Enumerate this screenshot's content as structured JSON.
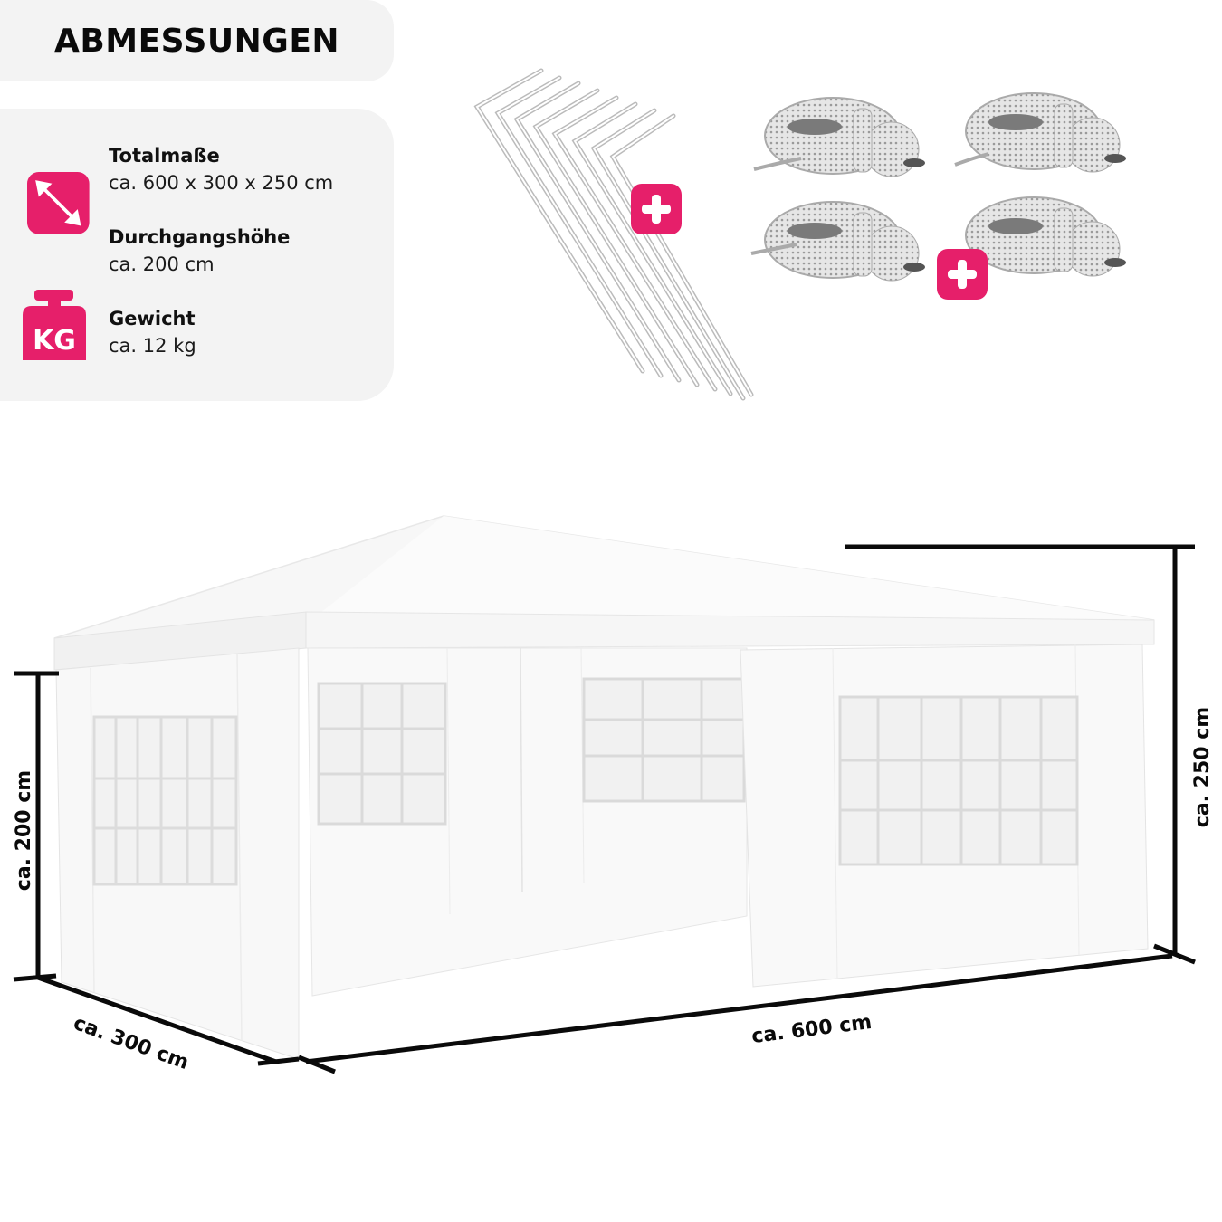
{
  "title": "ABMESSUNGEN",
  "colors": {
    "accent": "#e61f6a",
    "panel_bg": "#f3f3f3",
    "text": "#111111",
    "dimension_lines": "#0a0a0a"
  },
  "specs": [
    {
      "icon": "resize-arrows-icon",
      "label": "Totalmaße",
      "value": "ca. 600 x 300 x 250 cm"
    },
    {
      "icon": "",
      "label": "Durchgangshöhe",
      "value": "ca. 200 cm"
    },
    {
      "icon": "weight-kg-icon",
      "label": "Gewicht",
      "value": "ca. 12 kg",
      "icon_text": "KG"
    }
  ],
  "accessories": [
    {
      "name": "ground-pegs",
      "count": 8
    },
    {
      "name": "guy-ropes",
      "count": 4
    }
  ],
  "dimensions": {
    "height_side": "ca. 200 cm",
    "height_total": "ca. 250 cm",
    "depth": "ca. 300 cm",
    "width": "ca. 600 cm"
  }
}
